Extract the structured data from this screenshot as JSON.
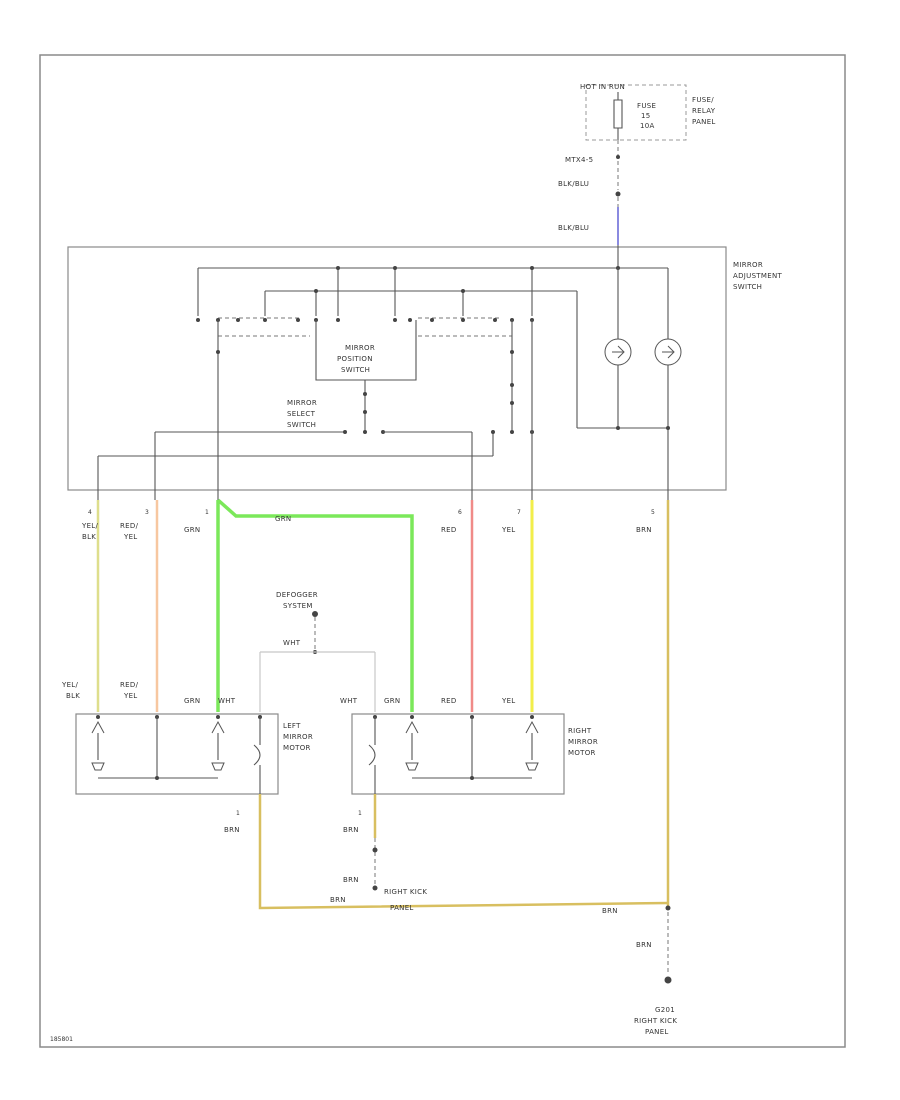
{
  "colors": {
    "yel_blk": "#dede8c",
    "red_yel": "#f7c7a0",
    "grn": "#7be85a",
    "red": "#f08a88",
    "yel": "#f2ee4a",
    "brn": "#d8bf60",
    "blk_blu": "#8a8ae0",
    "frame": "#8a8a8a"
  },
  "top": {
    "hot_label": "HOT IN RUN",
    "fuse_box": [
      "FUSE",
      "15",
      "10A"
    ],
    "fuse_panel": [
      "FUSE/",
      "RELAY",
      "PANEL"
    ],
    "splice_label": "MTX4-5",
    "wire_blk_blu_1": "BLK/BLU",
    "wire_blk_blu_2": "BLK/BLU"
  },
  "switch": {
    "name": [
      "MIRROR",
      "ADJUSTMENT",
      "SWITCH"
    ],
    "position_switch": [
      "MIRROR",
      "POSITION",
      "SWITCH"
    ],
    "select_switch": [
      "MIRROR",
      "SELECT",
      "SWITCH"
    ]
  },
  "pins": {
    "p4": "4",
    "p3": "3",
    "p1": "1",
    "p6": "6",
    "p7": "7",
    "p5": "5"
  },
  "wires": {
    "yel_blk": [
      "YEL/",
      "BLK"
    ],
    "red_yel": [
      "RED/",
      "YEL"
    ],
    "grn": "GRN",
    "red": "RED",
    "yel": "YEL",
    "brn": "BRN",
    "wht": "WHT"
  },
  "defogger": [
    "DEFOGGER",
    "SYSTEM"
  ],
  "left_motor": {
    "name": [
      "LEFT",
      "MIRROR",
      "MOTOR"
    ],
    "wire_yel_blk": [
      "YEL/",
      "BLK"
    ],
    "wire_red_yel": [
      "RED/",
      "YEL"
    ],
    "wire_grn": "GRN",
    "wire_wht": "WHT",
    "pin": "1",
    "ground_wire": "BRN"
  },
  "right_motor": {
    "name": [
      "RIGHT",
      "MIRROR",
      "MOTOR"
    ],
    "wire_wht": "WHT",
    "wire_grn": "GRN",
    "wire_red": "RED",
    "wire_yel": "YEL",
    "pin": "1",
    "ground_wire": "BRN"
  },
  "bottom": {
    "brn_a": "BRN",
    "brn_b": "BRN",
    "brn_c": "BRN",
    "brn_d": "BRN",
    "kick_panel": [
      "RIGHT KICK",
      "PANEL"
    ],
    "ground_name": [
      "G201",
      "RIGHT KICK",
      "PANEL"
    ],
    "brn_down": "BRN"
  },
  "corner_id": "185801"
}
